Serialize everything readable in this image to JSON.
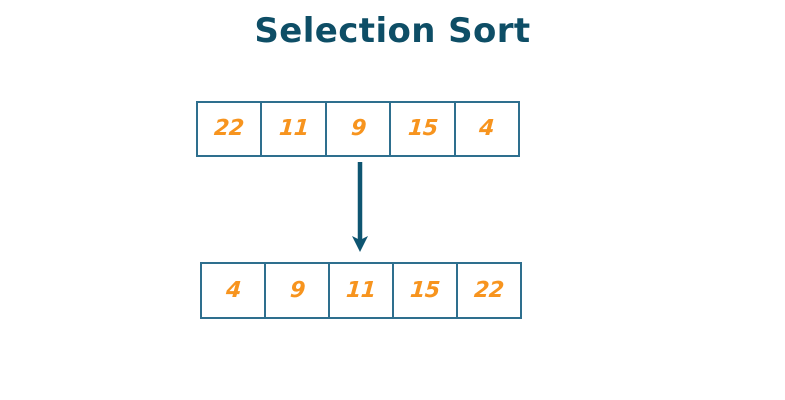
{
  "title": "Selection Sort",
  "colors": {
    "title": "#0E4E66",
    "cell_border": "#2E6F8E",
    "number": "#F7941E",
    "arrow": "#0E5571",
    "background": "#FFFFFF"
  },
  "arrays": {
    "unsorted": {
      "label": "unsorted-array",
      "values": [
        "22",
        "11",
        "9",
        "15",
        "4"
      ]
    },
    "sorted": {
      "label": "sorted-array",
      "values": [
        "4",
        "9",
        "11",
        "15",
        "22"
      ]
    }
  },
  "arrow": {
    "direction": "down",
    "name": "down-arrow-icon"
  }
}
